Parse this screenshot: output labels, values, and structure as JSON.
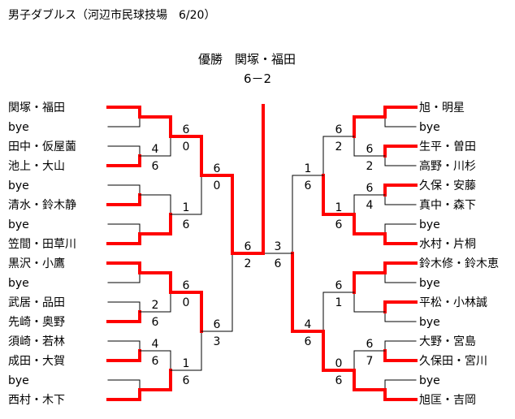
{
  "title": "男子ダブルス（河辺市民球技場　6/20）",
  "champion": {
    "label": "優勝　関塚・福田",
    "score": "6－2"
  },
  "colors": {
    "win": "#ff0000",
    "line": "#000000"
  },
  "left": {
    "entries": [
      "関塚・福田",
      "bye",
      "田中・仮屋薗",
      "池上・大山",
      "bye",
      "清水・鈴木静",
      "bye",
      "笠間・田草川",
      "黒沢・小鷹",
      "bye",
      "武居・品田",
      "先崎・奥野",
      "須崎・若林",
      "成田・大賀",
      "bye",
      "西村・木下"
    ],
    "rounds": [
      [
        {
          "w": 0,
          "s": null
        },
        {
          "w": 1,
          "s": [
            "4",
            "6"
          ]
        },
        {
          "w": 1,
          "s": null
        },
        {
          "w": 1,
          "s": null
        },
        {
          "w": 0,
          "s": null
        },
        {
          "w": 1,
          "s": [
            "2",
            "6"
          ]
        },
        {
          "w": 1,
          "s": [
            "4",
            "6"
          ]
        },
        {
          "w": 1,
          "s": null
        }
      ],
      [
        {
          "w": 0,
          "s": [
            "6",
            "0"
          ]
        },
        {
          "w": 1,
          "s": [
            "1",
            "6"
          ]
        },
        {
          "w": 0,
          "s": [
            "6",
            "0"
          ]
        },
        {
          "w": 1,
          "s": [
            "1",
            "6"
          ]
        }
      ],
      [
        {
          "w": 0,
          "s": [
            "6",
            "0"
          ]
        },
        {
          "w": 0,
          "s": [
            "6",
            "3"
          ]
        }
      ],
      [
        {
          "w": 0,
          "s": [
            "6",
            "2"
          ]
        }
      ]
    ]
  },
  "right": {
    "entries": [
      "旭・明星",
      "bye",
      "生平・曽田",
      "高野・川杉",
      "久保・安藤",
      "真中・森下",
      "bye",
      "水村・片桐",
      "鈴木修・鈴木恵",
      "bye",
      "平松・小林誠",
      "bye",
      "大野・宮島",
      "久保田・宮川",
      "bye",
      "旭匡・吉岡"
    ],
    "rounds": [
      [
        {
          "w": 0,
          "s": null
        },
        {
          "w": 0,
          "s": [
            "6",
            "2"
          ]
        },
        {
          "w": 0,
          "s": [
            "6",
            "4"
          ]
        },
        {
          "w": 1,
          "s": null
        },
        {
          "w": 0,
          "s": null
        },
        {
          "w": 0,
          "s": null
        },
        {
          "w": 1,
          "s": [
            "6",
            "7"
          ]
        },
        {
          "w": 1,
          "s": null
        }
      ],
      [
        {
          "w": 0,
          "s": [
            "6",
            "2"
          ]
        },
        {
          "w": 1,
          "s": [
            "1",
            "6"
          ]
        },
        {
          "w": 0,
          "s": [
            "6",
            "1"
          ]
        },
        {
          "w": 1,
          "s": [
            "0",
            "6"
          ]
        }
      ],
      [
        {
          "w": 1,
          "s": [
            "1",
            "6"
          ]
        },
        {
          "w": 1,
          "s": [
            "4",
            "6"
          ]
        }
      ],
      [
        {
          "w": 1,
          "s": [
            "3",
            "6"
          ]
        }
      ]
    ]
  },
  "final": {
    "winner": "left"
  }
}
